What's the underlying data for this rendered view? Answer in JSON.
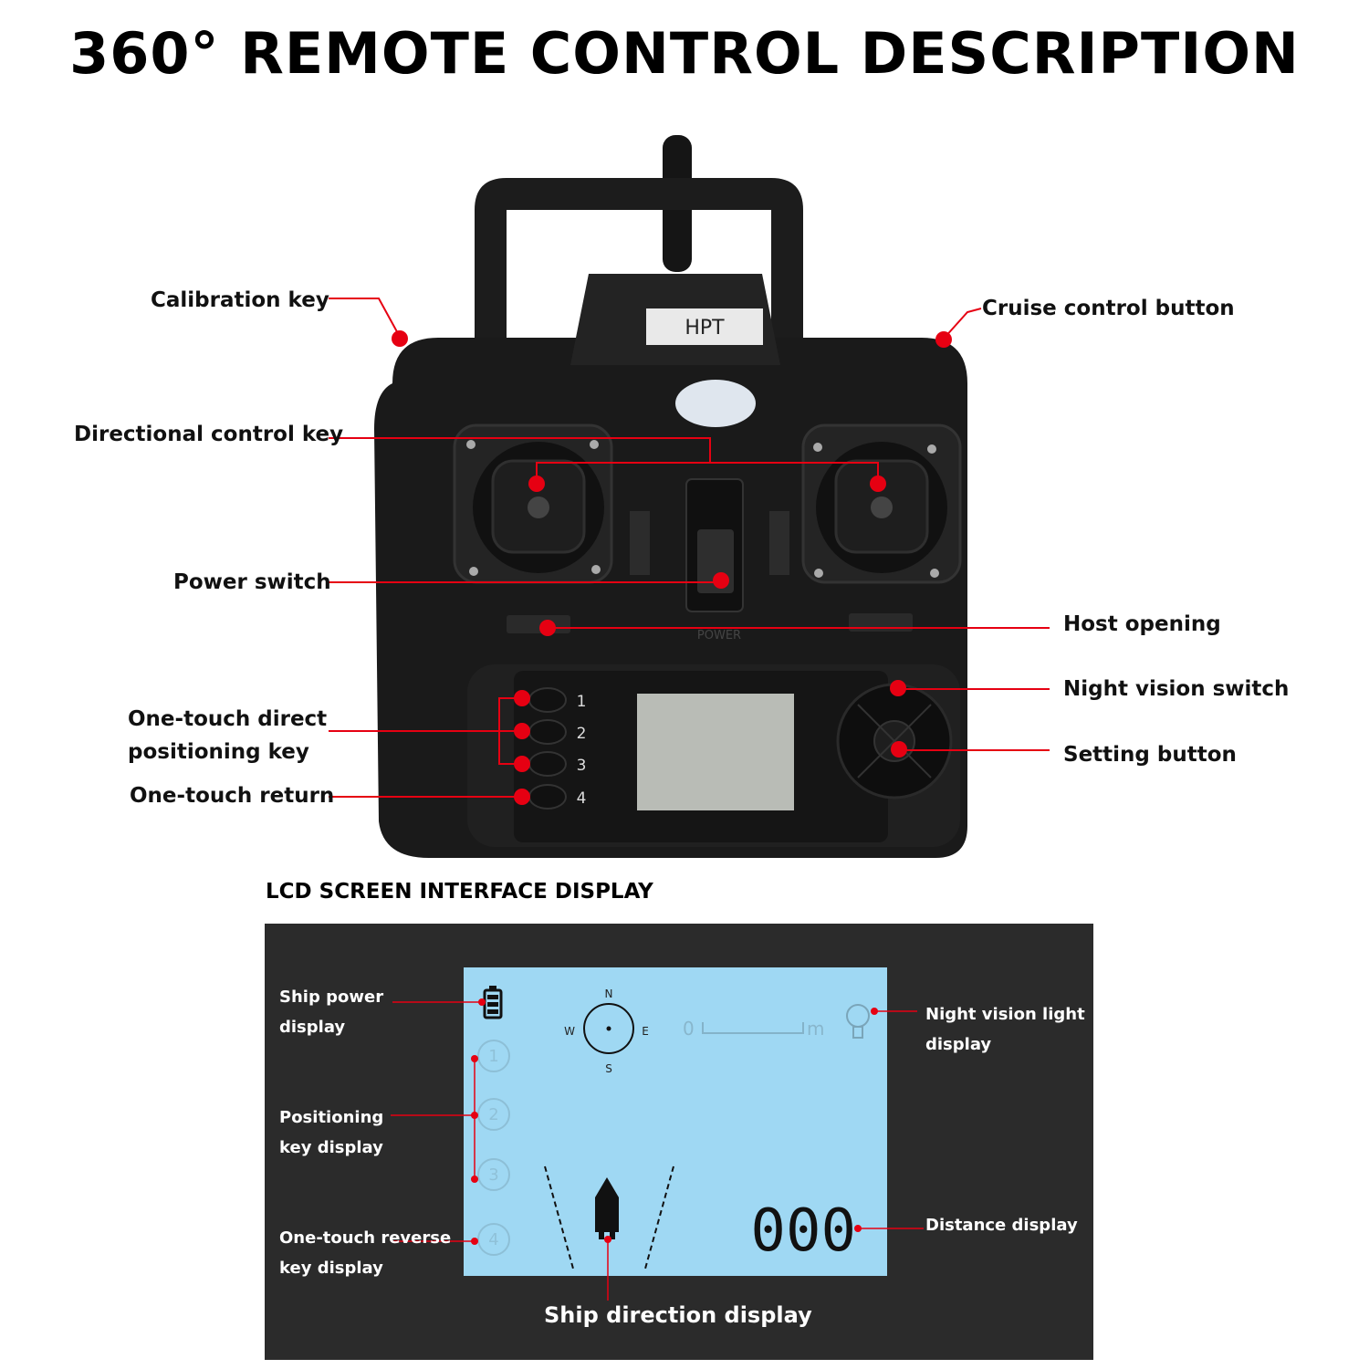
{
  "title": "360° REMOTE CONTROL DESCRIPTION",
  "device": {
    "brand_label": "HPT",
    "power_label": "POWER",
    "button_numbers": [
      "1",
      "2",
      "3",
      "4"
    ]
  },
  "callouts": {
    "calibration_key": "Calibration key",
    "cruise_control_button": "Cruise control button",
    "directional_control_key": "Directional control key",
    "power_switch": "Power switch",
    "host_opening": "Host opening",
    "night_vision_switch": "Night vision switch",
    "one_touch_direct_line1": "One-touch direct",
    "one_touch_direct_line2": "positioning key",
    "setting_button": "Setting button",
    "one_touch_return": "One-touch return"
  },
  "lcd_section": {
    "heading": "LCD SCREEN INTERFACE DISPLAY",
    "compass": {
      "n": "N",
      "s": "S",
      "e": "E",
      "w": "W"
    },
    "scale": {
      "start": "0",
      "unit": "m"
    },
    "distance_digits": "000",
    "labels": {
      "ship_power_line1": "Ship power",
      "ship_power_line2": "display",
      "positioning_line1": "Positioning",
      "positioning_line2": "key display",
      "reverse_line1": "One-touch reverse",
      "reverse_line2": "key display",
      "night_light_line1": "Night vision light",
      "night_light_line2": "display",
      "distance": "Distance display",
      "ship_direction": "Ship direction display"
    },
    "position_keys": [
      "1",
      "2",
      "3",
      "4"
    ]
  },
  "colors": {
    "callout": "#e60012",
    "lcd_screen": "#9fd8f3",
    "panel": "#2b2b2b",
    "device_body": "#1a1a1a"
  }
}
